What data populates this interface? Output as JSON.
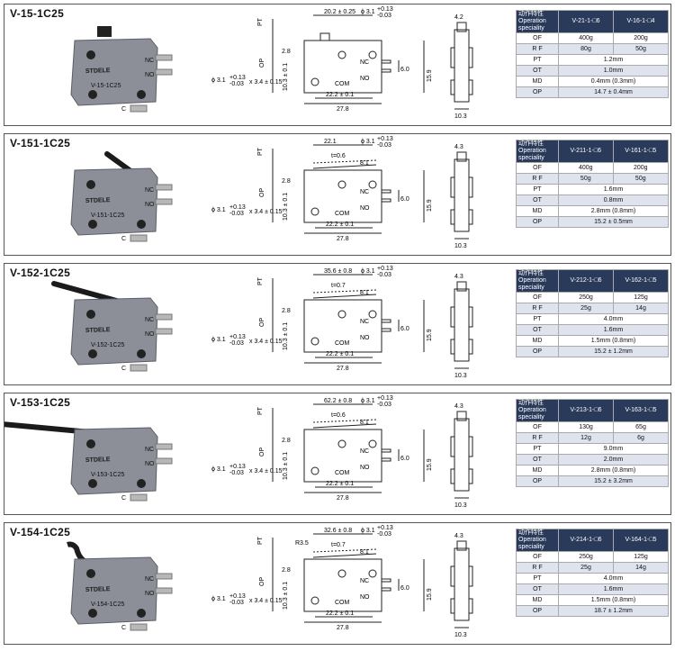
{
  "header_labels": {
    "spec_cn": "动作特性",
    "spec_en": "Operation speciality",
    "brand": "STDELE",
    "coil_nc": "NC",
    "coil_no": "NO",
    "coil_c": "C",
    "com": "COM",
    "pt": "PT",
    "op": "OP"
  },
  "dims": {
    "hole_dia": "ϕ 3.1",
    "hole_tol_plus": "+0.13",
    "hole_tol_minus": "-0.03",
    "pin_size": "x 3.4 ± 0.15",
    "d_28": "2.8",
    "d_103_01": "10.3 ± 0.1",
    "d_60": "6.0",
    "d_159": "15.9",
    "d_222": "22.2 ± 0.1",
    "d_278": "27.8",
    "d_81": "8.1",
    "d_42": "4.2",
    "d_43": "4.3",
    "d_103": "10.3"
  },
  "panels": [
    {
      "model": "V-15-1C25",
      "body_label": "V-15-1C25",
      "top_dim": "20.2 ± 0.25",
      "t_label": "",
      "r_label": "",
      "side_top": "4.2",
      "col_a": "V-21-1-□6",
      "col_b": "V-16-1-□4",
      "rows": [
        {
          "k": "OF",
          "a": "400g",
          "b": "200g"
        },
        {
          "k": "R F",
          "a": "80g",
          "b": "50g"
        },
        {
          "k": "PT",
          "v": "1.2mm"
        },
        {
          "k": "OT",
          "v": "1.0mm"
        },
        {
          "k": "MD",
          "v": "0.4mm  (0.3mm)"
        },
        {
          "k": "OP",
          "v": "14.7 ± 0.4mm"
        }
      ]
    },
    {
      "model": "V-151-1C25",
      "body_label": "V-151-1C25",
      "top_dim": "22.1",
      "t_label": "t=0.6",
      "r_label": "",
      "side_top": "4.3",
      "col_a": "V-211-1-□6",
      "col_b": "V-161-1-□5",
      "rows": [
        {
          "k": "OF",
          "a": "400g",
          "b": "200g"
        },
        {
          "k": "R F",
          "a": "50g",
          "b": "50g"
        },
        {
          "k": "PT",
          "v": "1.6mm"
        },
        {
          "k": "OT",
          "v": "0.8mm"
        },
        {
          "k": "MD",
          "v": "2.8mm  (0.8mm)"
        },
        {
          "k": "OP",
          "v": "15.2 ± 0.5mm"
        }
      ]
    },
    {
      "model": "V-152-1C25",
      "body_label": "V-152-1C25",
      "top_dim": "35.6 ± 0.8",
      "t_label": "t=0.7",
      "r_label": "",
      "side_top": "4.3",
      "col_a": "V-212-1-□6",
      "col_b": "V-162-1-□5",
      "rows": [
        {
          "k": "OF",
          "a": "250g",
          "b": "125g"
        },
        {
          "k": "R F",
          "a": "25g",
          "b": "14g"
        },
        {
          "k": "PT",
          "v": "4.0mm"
        },
        {
          "k": "OT",
          "v": "1.6mm"
        },
        {
          "k": "MD",
          "v": "1.5mm  (0.8mm)"
        },
        {
          "k": "OP",
          "v": "15.2 ± 1.2mm"
        }
      ]
    },
    {
      "model": "V-153-1C25",
      "body_label": "V-153-1C25",
      "top_dim": "62.2 ± 0.8",
      "t_label": "t=0.6",
      "r_label": "",
      "side_top": "4.3",
      "col_a": "V-213-1-□6",
      "col_b": "V-163-1-□5",
      "rows": [
        {
          "k": "OF",
          "a": "130g",
          "b": "65g"
        },
        {
          "k": "R F",
          "a": "12g",
          "b": "6g"
        },
        {
          "k": "PT",
          "v": "9.0mm"
        },
        {
          "k": "OT",
          "v": "2.0mm"
        },
        {
          "k": "MD",
          "v": "2.8mm  (0.8mm)"
        },
        {
          "k": "OP",
          "v": "15.2 ± 3.2mm"
        }
      ]
    },
    {
      "model": "V-154-1C25",
      "body_label": "V-154-1C25",
      "top_dim": "32.6 ± 0.8",
      "t_label": "t=0.7",
      "r_label": "R3.5",
      "side_top": "4.3",
      "col_a": "V-214-1-□6",
      "col_b": "V-164-1-□5",
      "rows": [
        {
          "k": "OF",
          "a": "250g",
          "b": "125g"
        },
        {
          "k": "R F",
          "a": "25g",
          "b": "14g"
        },
        {
          "k": "PT",
          "v": "4.0mm"
        },
        {
          "k": "OT",
          "v": "1.6mm"
        },
        {
          "k": "MD",
          "v": "1.5mm  (0.8mm)"
        },
        {
          "k": "OP",
          "v": "18.7 ± 1.2mm"
        }
      ]
    }
  ]
}
